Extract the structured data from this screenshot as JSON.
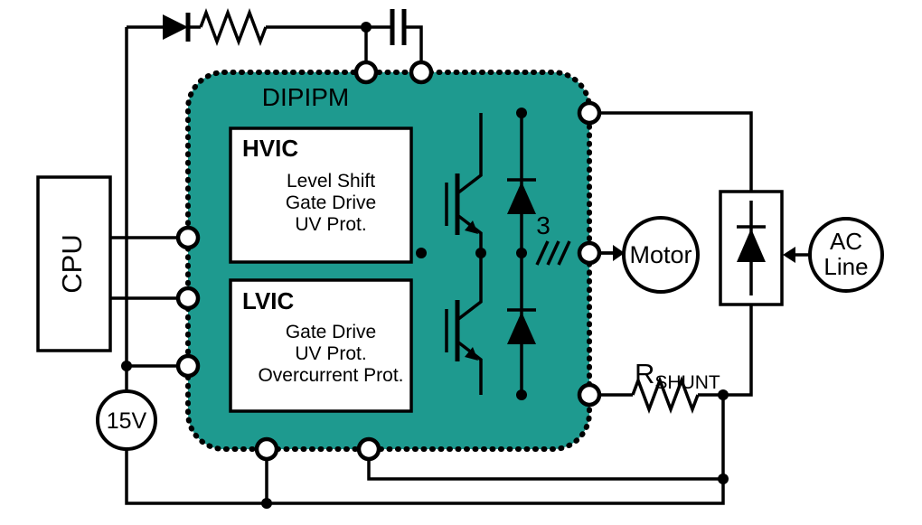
{
  "colors": {
    "background": "#ffffff",
    "teal": "#1E9A8F",
    "line": "#000000",
    "box_fill": "#ffffff",
    "dipipm_label": "#11332f"
  },
  "cpu": {
    "label": "CPU"
  },
  "supply": {
    "label": "15V"
  },
  "dipipm": {
    "label": "DIPIPM"
  },
  "hvic": {
    "title": "HVIC",
    "functions": [
      "Level Shift",
      "Gate Drive",
      "UV Prot."
    ]
  },
  "lvic": {
    "title": "LVIC",
    "functions": [
      "Gate Drive",
      "UV Prot.",
      "Overcurrent Prot."
    ]
  },
  "output": {
    "phase_count": "3"
  },
  "motor": {
    "label": "Motor"
  },
  "ac": {
    "label_line1": "AC",
    "label_line2": "Line"
  },
  "shunt": {
    "symbol": "R",
    "subscript": "SHUNT"
  },
  "icons": [
    "diode-icon",
    "resistor-icon",
    "capacitor-icon",
    "igbt-icon",
    "freewheel-diode-icon",
    "rectifier-diode-icon",
    "terminal-pin-icon",
    "junction-dot-icon",
    "arrow-right-icon",
    "arrow-left-icon"
  ]
}
